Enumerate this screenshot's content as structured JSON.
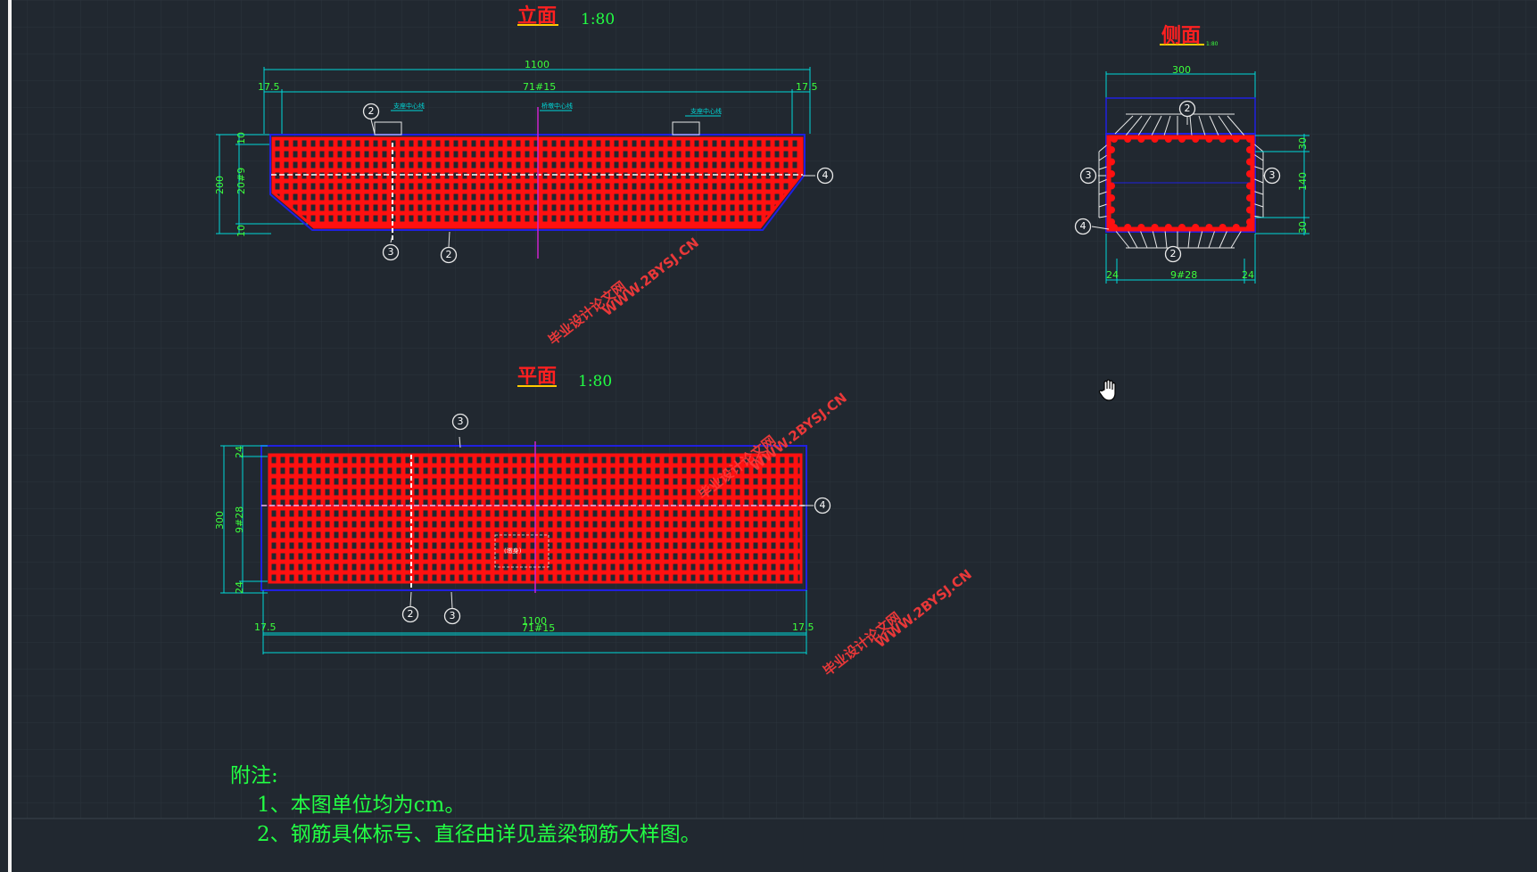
{
  "views": {
    "elevation": {
      "title": "立面",
      "scale": "1:80"
    },
    "plan": {
      "title": "平面",
      "scale": "1:80"
    },
    "side": {
      "title": "侧面",
      "scale": "1:80"
    }
  },
  "elevation_dims": {
    "total": "1100",
    "left_end": "17.5",
    "middle": "71#15",
    "right_end": "17.5",
    "height_total": "200",
    "height_top": "10",
    "height_mid": "20#9",
    "height_bottom": "10",
    "label_left": "支座中心线",
    "label_center": "桥墩中心线",
    "label_right": "支座中心线"
  },
  "plan_dims": {
    "total": "1100",
    "left_end": "17.5",
    "middle": "71#15",
    "right_end": "17.5",
    "width_total": "300",
    "width_top": "24",
    "width_mid": "9#28",
    "width_bottom": "24",
    "inner_label": "(墩身)"
  },
  "side_dims": {
    "width": "300",
    "left": "24",
    "middle": "9#28",
    "right": "24",
    "height_top": "30",
    "height_mid": "140",
    "height_bottom": "30"
  },
  "markers": {
    "m2": "2",
    "m3": "3",
    "m4": "4"
  },
  "watermark": {
    "line1": "毕业设计论文网",
    "line2": "WWW.2BYSJ.CN"
  },
  "notes": {
    "heading": "附注:",
    "line1": "1、本图单位均为cm。",
    "line2": "2、钢筋具体标号、直径由详见盖梁钢筋大样图。"
  },
  "cursor": {
    "icon": "hand-pan-icon"
  },
  "colors": {
    "background": "#212830",
    "rebar": "#ff1010",
    "outline": "#2020e0",
    "dimension": "#00d8d8",
    "text": "#22ff44",
    "title": "#ff2020"
  }
}
